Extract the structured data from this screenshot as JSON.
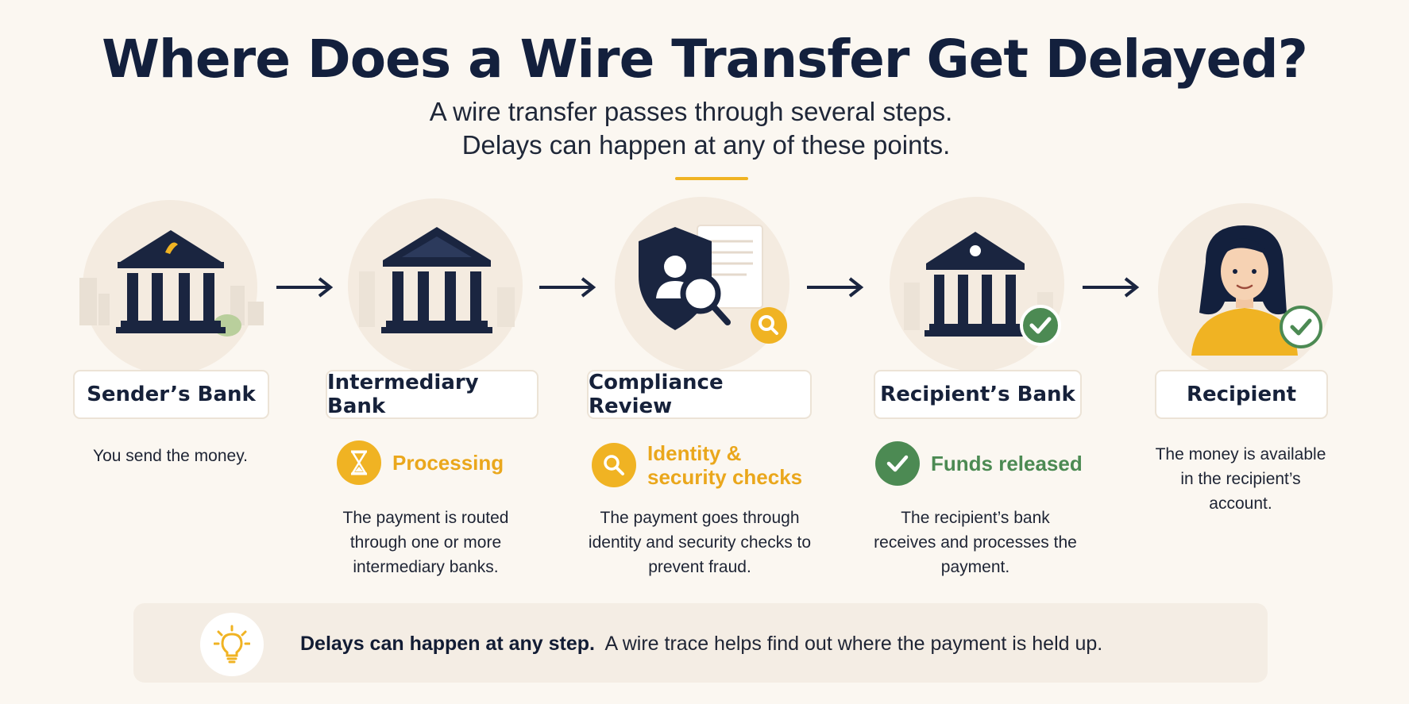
{
  "title": "Where Does a Wire Transfer Get Delayed?",
  "subtitle": {
    "line1": "A wire transfer passes through several steps.",
    "line2": "Delays can happen at any of these points."
  },
  "colors": {
    "navy": "#1a2540",
    "accent_yellow": "#f0b323",
    "accent_green": "#4c8a53",
    "background": "#fbf7f1"
  },
  "steps": [
    {
      "label": "Sender’s Bank",
      "icon": "bank-icon",
      "status": "",
      "description": "You send the money."
    },
    {
      "label": "Intermediary Bank",
      "icon": "bank-icon",
      "status": "Processing",
      "status_icon": "hourglass-icon",
      "description": "The payment is routed through one or more intermediary banks."
    },
    {
      "label": "Compliance Review",
      "icon": "shield-search-icon",
      "status_line1": "Identity &",
      "status_line2": "security checks",
      "status_icon": "search-icon",
      "description": "The payment goes through identity and security checks to prevent fraud."
    },
    {
      "label": "Recipient’s Bank",
      "icon": "bank-check-icon",
      "status": "Funds released",
      "status_icon": "check-icon",
      "description": "The recipient’s bank receives and processes the payment."
    },
    {
      "label": "Recipient",
      "icon": "person-icon",
      "status": "",
      "description": "The money is available in the recipient’s account."
    }
  ],
  "tip": {
    "icon": "lightbulb-icon",
    "bold": "Delays can happen at any step.",
    "text": "A wire trace helps find out where the payment is held up."
  }
}
